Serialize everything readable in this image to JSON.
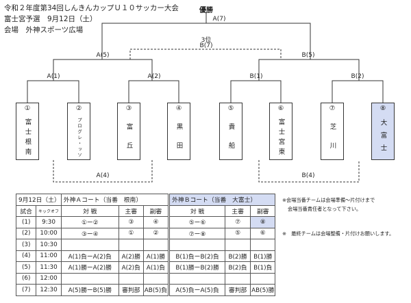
{
  "header": {
    "line1": "令和２年度第34回しんきんカップＵ１０サッカー大会",
    "line2": "富士宮予選　9月12日（土）",
    "line3": "会場　外神スポーツ広場"
  },
  "bracket": {
    "final_title": "優勝",
    "final_match": "A(7)",
    "third_title": "3位",
    "third_match": "B(7)",
    "semi_left": "A(5)",
    "semi_right": "B(5)",
    "r1": [
      "A(1)",
      "A(2)",
      "B(1)",
      "B(2)"
    ],
    "consolation_left": "A(4)",
    "consolation_right": "B(4)"
  },
  "teams": [
    {
      "num": "①",
      "name": "富士根南"
    },
    {
      "num": "②",
      "name": "プログレ・ッソ"
    },
    {
      "num": "③",
      "name": "富丘"
    },
    {
      "num": "④",
      "name": "黒田"
    },
    {
      "num": "⑤",
      "name": "貴船"
    },
    {
      "num": "⑥",
      "name": "富士宮東"
    },
    {
      "num": "⑦",
      "name": "芝川"
    },
    {
      "num": "⑧",
      "name": "大富士"
    }
  ],
  "schedule": {
    "date": "9月12日（土）",
    "court_a_title": "外神Ａコート（当番　根南）",
    "court_b_title": "外神Ｂコート（当番　大富士）",
    "headers": {
      "match": "試合",
      "kickoff": "キックオフ",
      "vs": "対 戦",
      "referee": "主審",
      "assistant": "副審"
    },
    "rows": [
      {
        "no": "(1)",
        "time": "9:30",
        "a_vs": "①ー②",
        "a_ref": "③",
        "a_sub": "④",
        "b_vs": "⑤ー⑥",
        "b_ref": "⑦",
        "b_sub": "⑧"
      },
      {
        "no": "(2)",
        "time": "10:00",
        "a_vs": "③ー④",
        "a_ref": "①",
        "a_sub": "②",
        "b_vs": "⑦ー⑧",
        "b_ref": "⑤",
        "b_sub": "⑥"
      },
      {
        "no": "(3)",
        "time": "10:30",
        "a_vs": "",
        "a_ref": "",
        "a_sub": "",
        "b_vs": "",
        "b_ref": "",
        "b_sub": ""
      },
      {
        "no": "(4)",
        "time": "11:00",
        "a_vs": "A(1)負ーA(2)負",
        "a_ref": "A(2)勝",
        "a_sub": "A(1)勝",
        "b_vs": "B(1)負ーB(2)負",
        "b_ref": "B(2)勝",
        "b_sub": "B(1)勝"
      },
      {
        "no": "(5)",
        "time": "11:30",
        "a_vs": "A(1)勝ーA(2)勝",
        "a_ref": "A(2)負",
        "a_sub": "A(1)負",
        "b_vs": "B(1)勝ーB(2)勝",
        "b_ref": "B(2)負",
        "b_sub": "B(1)負"
      },
      {
        "no": "(6)",
        "time": "12:00",
        "a_vs": "",
        "a_ref": "",
        "a_sub": "",
        "b_vs": "",
        "b_ref": "",
        "b_sub": ""
      },
      {
        "no": "(7)",
        "time": "12:30",
        "a_vs": "A(5)勝ーB(5)勝",
        "a_ref": "審判部",
        "a_sub": "AB(5)負",
        "b_vs": "A(5)負ーA(5)負",
        "b_ref": "審判部",
        "b_sub": "AB(5)勝"
      }
    ]
  },
  "notes": {
    "n1a": "※会場当番チームは会場準備～片付けまで",
    "n1b": "会場当番責任者となって下さい。",
    "n2": "※　最終チームは会場整備・片付けお願いします。"
  },
  "colors": {
    "highlight": "#d4dcf3",
    "line": "#333333"
  }
}
